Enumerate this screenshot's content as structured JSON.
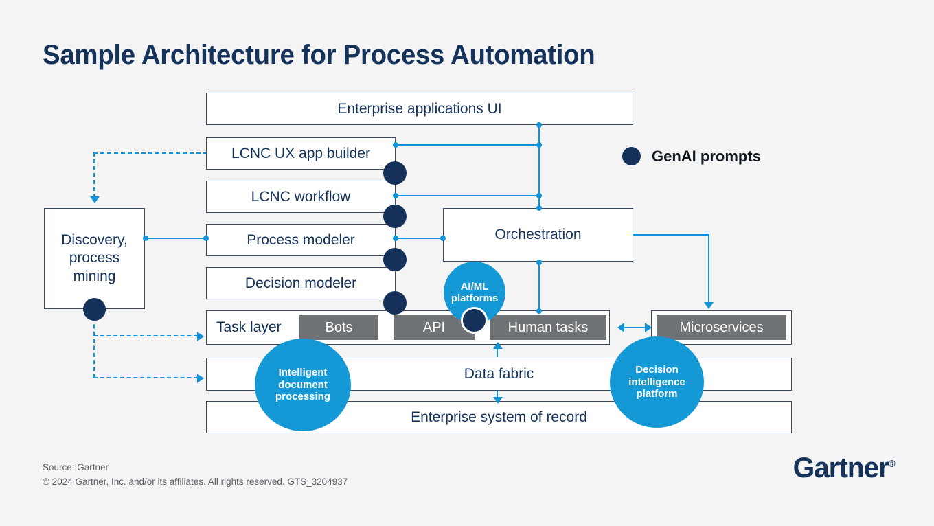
{
  "title": "Sample Architecture for Process Automation",
  "colors": {
    "background": "#f4f4f4",
    "navy": "#15325b",
    "box_border": "#3b4a63",
    "connector_blue": "#1492d6",
    "circle_blue": "#1599d6",
    "gray_box": "#6f7376",
    "genai_dot": "#153159"
  },
  "legend": {
    "genai_label": "GenAI prompts"
  },
  "boxes": {
    "enterprise_apps_ui": "Enterprise applications UI",
    "lcnc_ux_app_builder": "LCNC UX app builder",
    "lcnc_workflow": "LCNC workflow",
    "process_modeler": "Process modeler",
    "decision_modeler": "Decision modeler",
    "discovery": "Discovery,\nprocess\nmining",
    "discovery_line1": "Discovery,",
    "discovery_line2": "process",
    "discovery_line3": "mining",
    "orchestration": "Orchestration",
    "task_layer": "Task layer",
    "bots": "Bots",
    "api": "API",
    "human_tasks": "Human tasks",
    "microservices": "Microservices",
    "data_fabric": "Data fabric",
    "enterprise_system_of_record": "Enterprise system of record"
  },
  "circles": {
    "ai_ml_line1": "AI/ML",
    "ai_ml_line2": "platforms",
    "idp_line1": "Intelligent",
    "idp_line2": "document",
    "idp_line3": "processing",
    "dip_line1": "Decision",
    "dip_line2": "intelligence",
    "dip_line3": "platform"
  },
  "footer": {
    "source": "Source: Gartner",
    "copyright": "© 2024 Gartner, Inc. and/or its affiliates. All rights reserved. GTS_3204937",
    "logo": "Gartner",
    "logo_mark": "®"
  }
}
